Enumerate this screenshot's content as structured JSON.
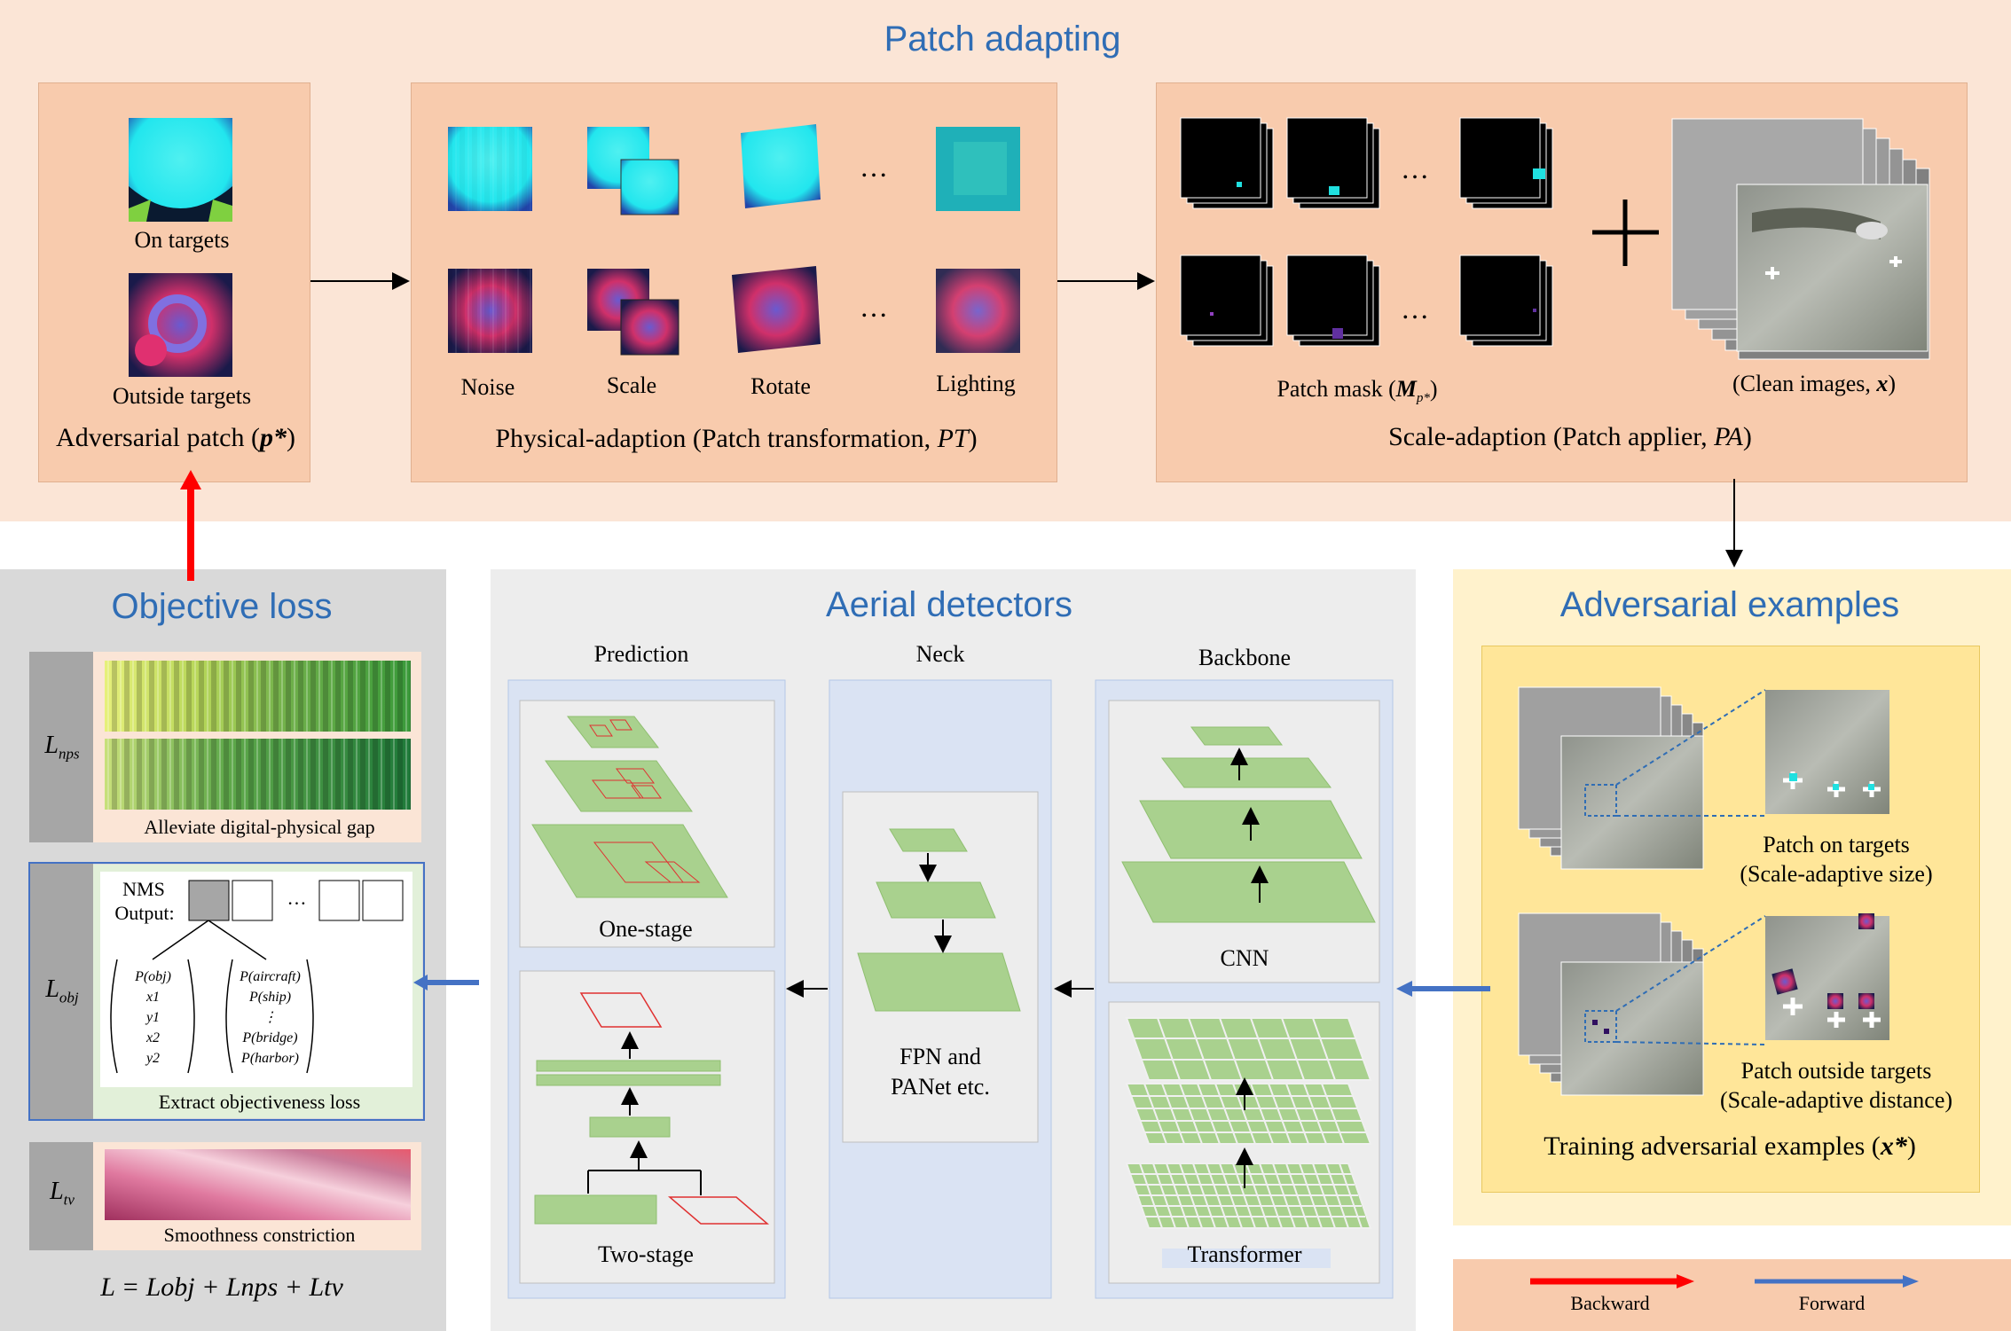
{
  "patch_adapting": {
    "title": "Patch adapting",
    "adversarial_patch": {
      "on_targets": "On targets",
      "outside_targets": "Outside targets",
      "caption_prefix": "Adversarial patch (",
      "caption_var": "p*",
      "caption_suffix": ")"
    },
    "physical_adaption": {
      "labels": [
        "Noise",
        "Scale",
        "Rotate",
        "Lighting"
      ],
      "ellipsis": "…",
      "caption_prefix": "Physical-adaption (Patch transformation, ",
      "caption_var": "PT",
      "caption_suffix": ")"
    },
    "scale_adaption": {
      "ellipsis": "…",
      "plus": "+",
      "patch_mask_prefix": "Patch mask (",
      "patch_mask_var": "M",
      "patch_mask_sub": "p*",
      "patch_mask_suffix": ")",
      "clean_images_prefix": "(Clean images, ",
      "clean_images_var": "x",
      "clean_images_suffix": ")",
      "caption_prefix": "Scale-adaption (Patch applier, ",
      "caption_var": "PA",
      "caption_suffix": ")"
    }
  },
  "objective_loss": {
    "title": "Objective loss",
    "nps": {
      "symbol": "L",
      "sub": "nps",
      "caption": "Alleviate digital-physical gap"
    },
    "obj": {
      "symbol": "L",
      "sub": "obj",
      "nms_label": "NMS",
      "output_label": "Output:",
      "ellipsis": "…",
      "left_vector": [
        "P(obj)",
        "x1",
        "y1",
        "x2",
        "y2"
      ],
      "right_vector": [
        "P(aircraft)",
        "P(ship)",
        "⋮",
        "P(bridge)",
        "P(harbor)"
      ],
      "caption": "Extract objectiveness loss"
    },
    "tv": {
      "symbol": "L",
      "sub": "tv",
      "caption": "Smoothness constriction"
    },
    "formula": "L = Lobj + Lnps + Ltv"
  },
  "aerial_detectors": {
    "title": "Aerial detectors",
    "prediction": {
      "title": "Prediction",
      "one_stage": "One-stage",
      "two_stage": "Two-stage"
    },
    "neck": {
      "title": "Neck",
      "caption_line1": "FPN and",
      "caption_line2": "PANet  etc."
    },
    "backbone": {
      "title": "Backbone",
      "cnn": "CNN",
      "transformer": "Transformer"
    }
  },
  "adversarial_examples": {
    "title": "Adversarial examples",
    "on_targets_line1": "Patch on targets",
    "on_targets_line2": "(Scale-adaptive size)",
    "outside_line1": "Patch outside targets",
    "outside_line2": "(Scale-adaptive distance)",
    "training_prefix": "Training adversarial examples (",
    "training_var": "x*",
    "training_suffix": ")"
  },
  "legend": {
    "backward": "Backward",
    "forward": "Forward"
  },
  "colors": {
    "title_blue": "#2f6db5",
    "patch_bg": "#fbe5d6",
    "patch_box": "#f8cbad",
    "loss_bg": "#d9d9d9",
    "detector_bg": "#ededed",
    "detector_col": "#dae3f3",
    "adv_bg": "#fff2cc",
    "adv_box": "#ffe699",
    "layer_green": "#a9d18e",
    "backward_red": "#ff0000",
    "forward_blue": "#4472c4"
  }
}
